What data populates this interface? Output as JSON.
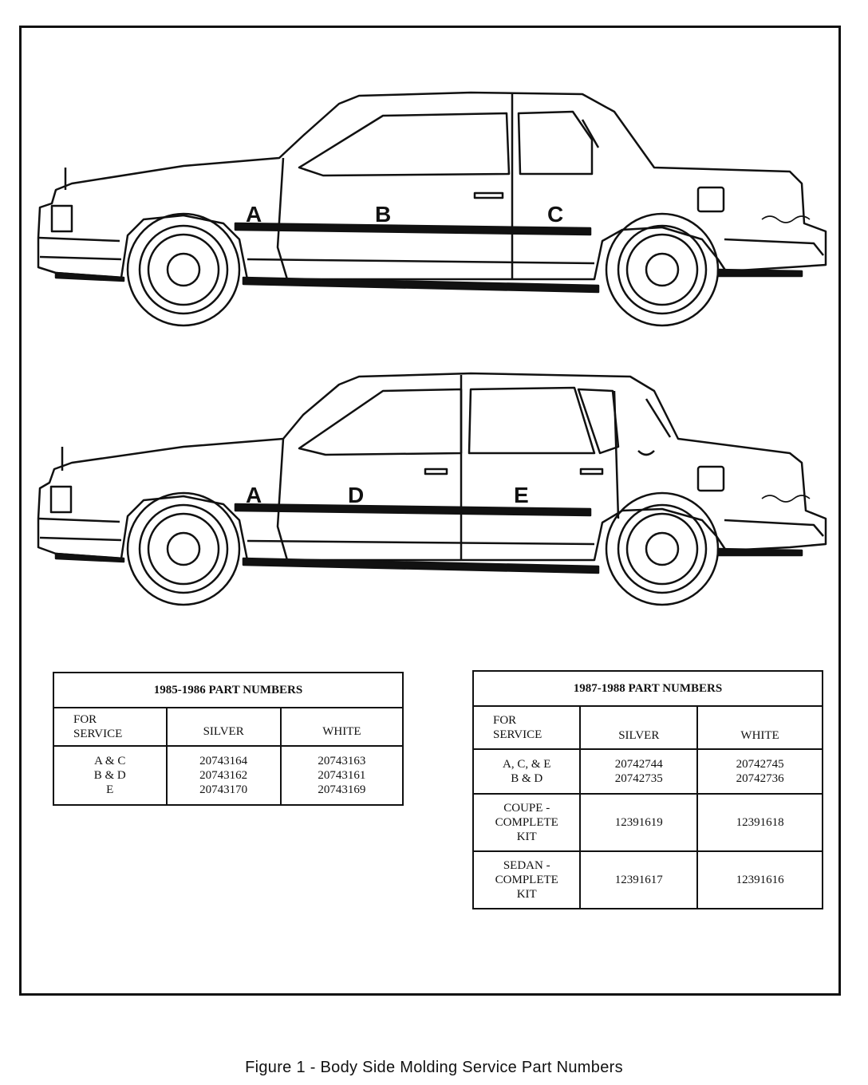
{
  "zone_labels": {
    "coupe": [
      "A",
      "B",
      "C"
    ],
    "sedan": [
      "A",
      "D",
      "E"
    ]
  },
  "table_1985": {
    "title": "1985-1986 PART NUMBERS",
    "headers": {
      "service": "FOR\nSERVICE",
      "silver": "SILVER",
      "white": "WHITE"
    },
    "rows": [
      {
        "service": "A & C\nB & D\nE",
        "silver": "20743164\n20743162\n20743170",
        "white": "20743163\n20743161\n20743169"
      }
    ]
  },
  "table_1987": {
    "title": "1987-1988 PART NUMBERS",
    "headers": {
      "service": "FOR\nSERVICE",
      "silver": "SILVER",
      "white": "WHITE"
    },
    "rows": [
      {
        "service": "A, C, & E\nB & D",
        "silver": "20742744\n20742735",
        "white": "20742745\n20742736"
      },
      {
        "service": "COUPE -\nCOMPLETE\nKIT",
        "silver": "12391619",
        "white": "12391618"
      },
      {
        "service": "SEDAN -\nCOMPLETE\nKIT",
        "silver": "12391617",
        "white": "12391616"
      }
    ]
  },
  "caption": "Figure 1 - Body Side Molding Service Part Numbers"
}
